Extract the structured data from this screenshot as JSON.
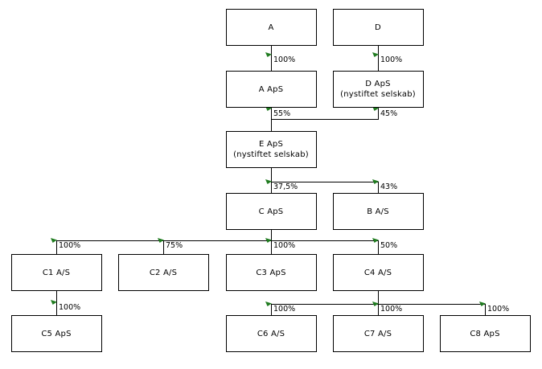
{
  "diagram": {
    "type": "org-ownership-structure",
    "background_color": "#ffffff",
    "box_border_color": "#000000",
    "box_fill_color": "#ffffff",
    "connector_color": "#000000",
    "arrow_color": "#1f7b1f",
    "text_color": "#000000",
    "nodes": [
      {
        "id": "A",
        "label": "A",
        "sublabel": "",
        "col": 2,
        "row": 0
      },
      {
        "id": "D",
        "label": "D",
        "sublabel": "",
        "col": 3,
        "row": 0
      },
      {
        "id": "A-ApS",
        "label": "A ApS",
        "sublabel": "",
        "col": 2,
        "row": 1
      },
      {
        "id": "D-ApS",
        "label": "D ApS",
        "sublabel": "(nystiftet selskab)",
        "col": 3,
        "row": 1
      },
      {
        "id": "E-ApS",
        "label": "E ApS",
        "sublabel": "(nystiftet selskab)",
        "col": 2,
        "row": 2
      },
      {
        "id": "C-ApS",
        "label": "C ApS",
        "sublabel": "",
        "col": 2,
        "row": 3
      },
      {
        "id": "B-AS",
        "label": "B A/S",
        "sublabel": "",
        "col": 3,
        "row": 3
      },
      {
        "id": "C1",
        "label": "C1 A/S",
        "sublabel": "",
        "col": 0,
        "row": 4
      },
      {
        "id": "C2",
        "label": "C2 A/S",
        "sublabel": "",
        "col": 1,
        "row": 4
      },
      {
        "id": "C3",
        "label": "C3 ApS",
        "sublabel": "",
        "col": 2,
        "row": 4
      },
      {
        "id": "C4",
        "label": "C4 A/S",
        "sublabel": "",
        "col": 3,
        "row": 4
      },
      {
        "id": "C5",
        "label": "C5 ApS",
        "sublabel": "",
        "col": 0,
        "row": 5
      },
      {
        "id": "C6",
        "label": "C6 A/S",
        "sublabel": "",
        "col": 2,
        "row": 5
      },
      {
        "id": "C7",
        "label": "C7 A/S",
        "sublabel": "",
        "col": 3,
        "row": 5
      },
      {
        "id": "C8",
        "label": "C8 ApS",
        "sublabel": "",
        "col": 4,
        "row": 5
      }
    ],
    "ownerships": [
      {
        "from": "A",
        "to": "A-ApS",
        "label": "100%"
      },
      {
        "from": "D",
        "to": "D-ApS",
        "label": "100%"
      },
      {
        "from": "A-ApS",
        "to": "E-ApS",
        "label": "55%"
      },
      {
        "from": "D-ApS",
        "to": "E-ApS",
        "label": "45%"
      },
      {
        "from": "E-ApS",
        "to": "C-ApS",
        "label": "37,5%"
      },
      {
        "from": "E-ApS",
        "to": "B-AS",
        "label": "43%"
      },
      {
        "from": "C-ApS",
        "to": "C1",
        "label": "100%"
      },
      {
        "from": "C-ApS",
        "to": "C2",
        "label": "75%"
      },
      {
        "from": "C-ApS",
        "to": "C3",
        "label": "100%"
      },
      {
        "from": "C-ApS",
        "to": "C4",
        "label": "50%"
      },
      {
        "from": "C1",
        "to": "C5",
        "label": "100%"
      },
      {
        "from": "C4",
        "to": "C6",
        "label": "100%"
      },
      {
        "from": "C4",
        "to": "C7",
        "label": "100%"
      },
      {
        "from": "C4",
        "to": "C8",
        "label": "100%"
      }
    ]
  }
}
